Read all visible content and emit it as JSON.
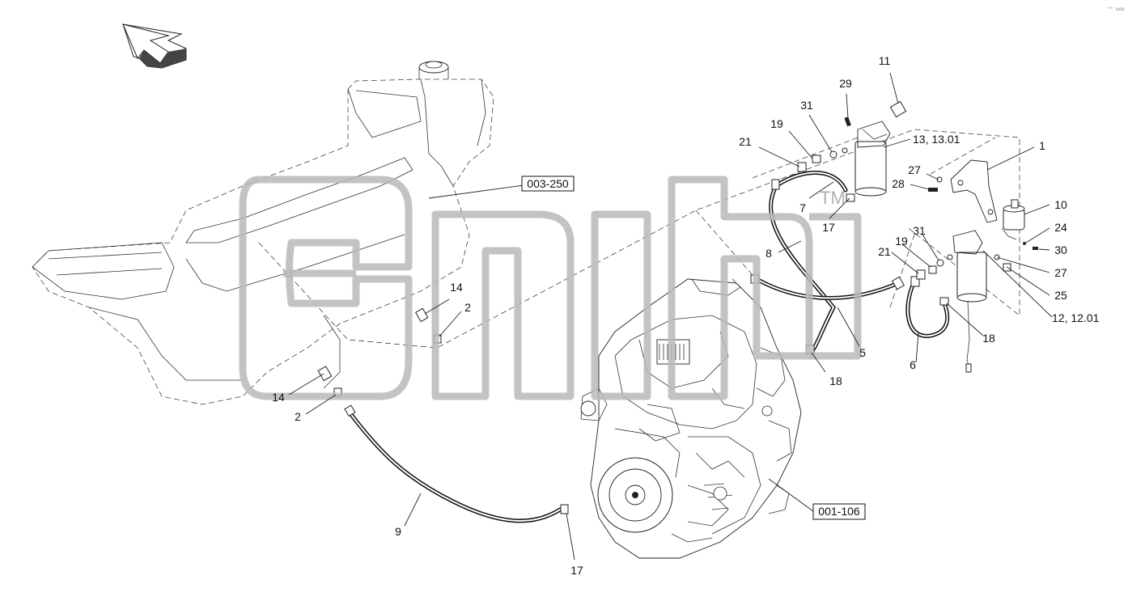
{
  "corner_mark": "°° ooo",
  "refs": [
    "003-250",
    "001-106"
  ],
  "callouts": [
    "11",
    "29",
    "31",
    "19",
    "21",
    "13, 13.01",
    "1",
    "27",
    "28",
    "7",
    "17",
    "10",
    "24",
    "30",
    "8",
    "19",
    "31",
    "21",
    "27",
    "25",
    "12, 12.01",
    "18",
    "14",
    "2",
    "5",
    "6",
    "18",
    "14",
    "2",
    "9",
    "17"
  ],
  "watermark": "TM"
}
